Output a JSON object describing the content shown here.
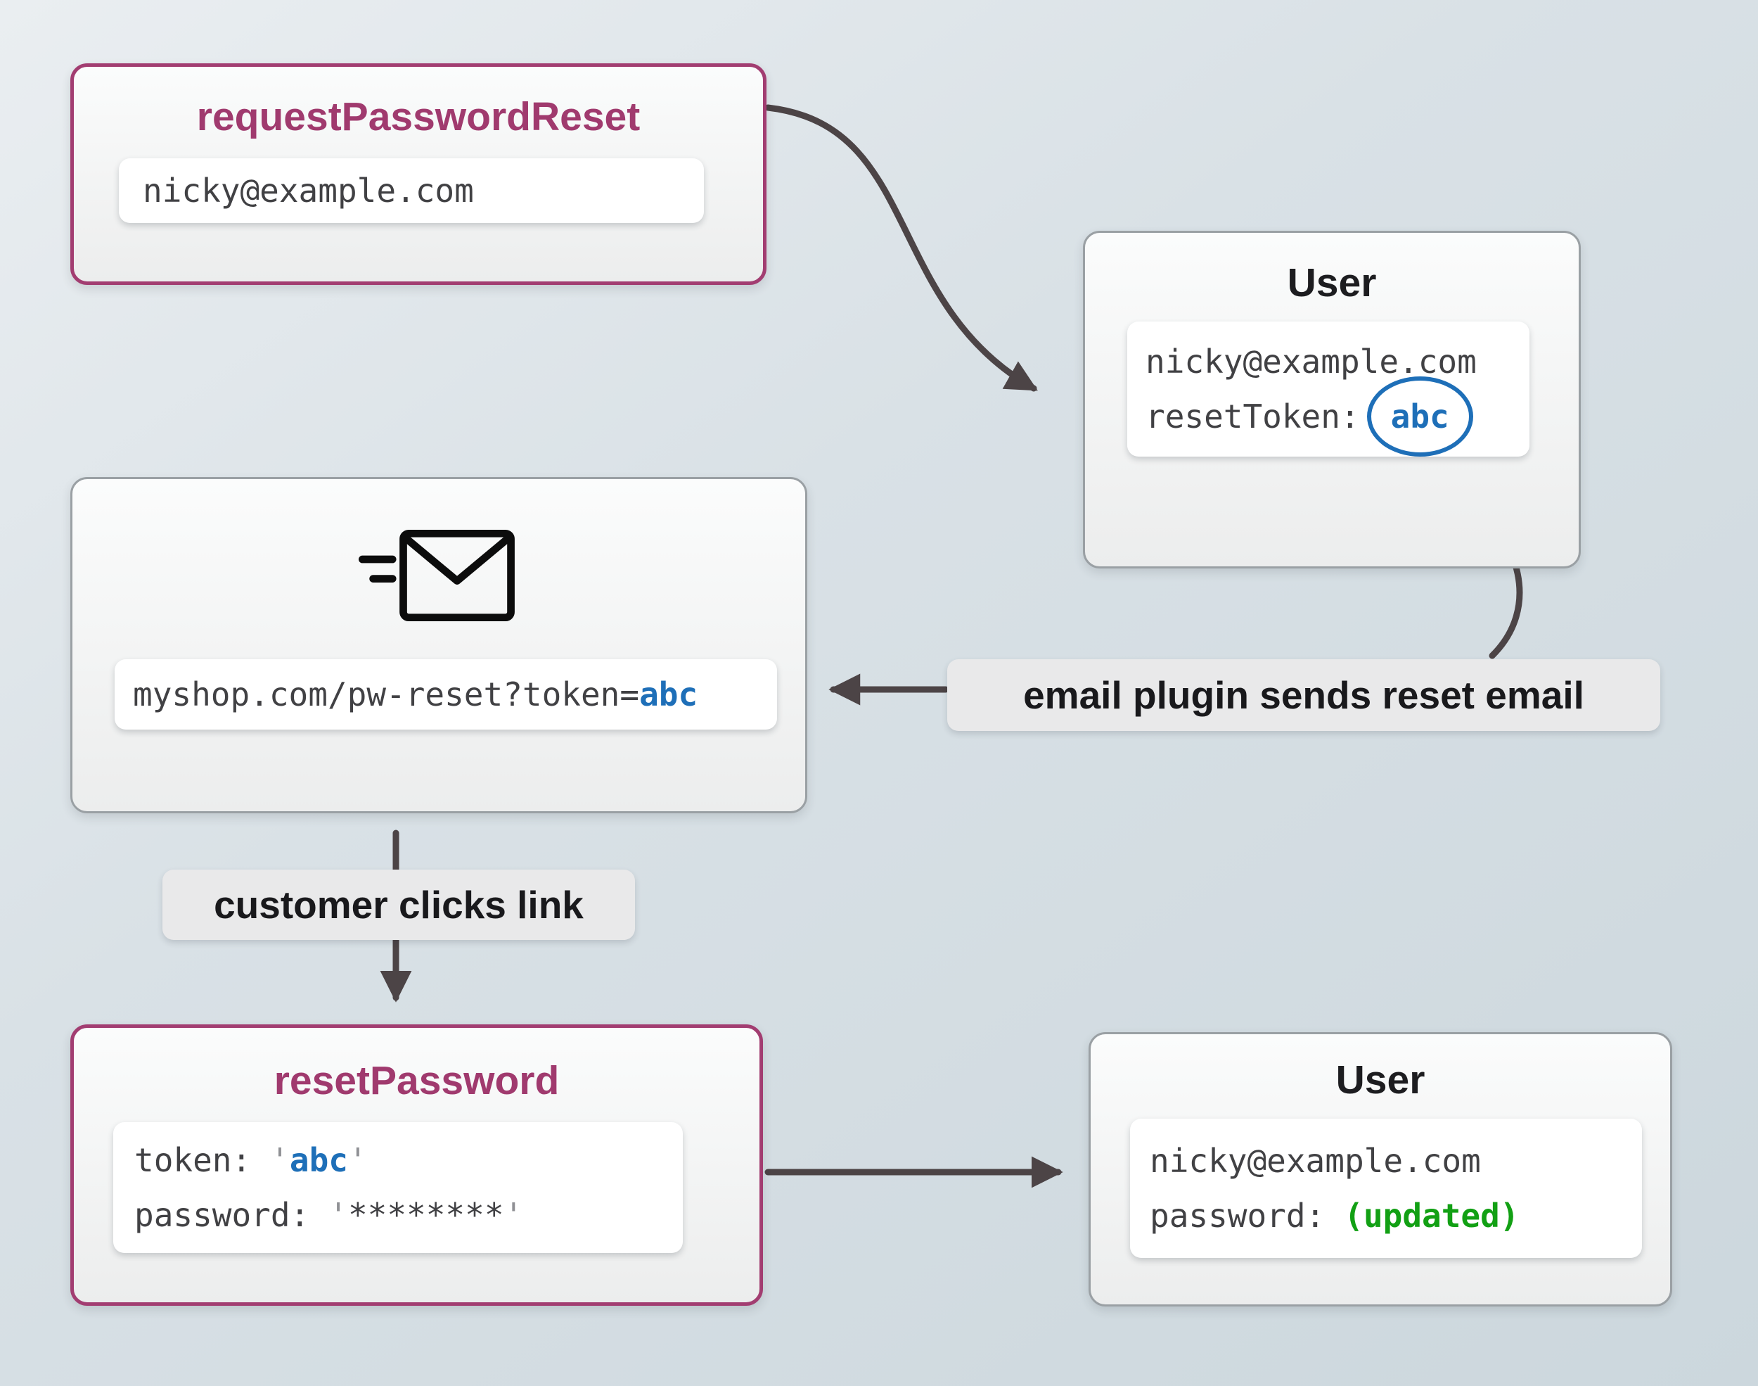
{
  "request_card": {
    "title": "requestPasswordReset",
    "email": "nicky@example.com"
  },
  "user_card_top": {
    "title": "User",
    "email": "nicky@example.com",
    "reset_token_label": "resetToken:",
    "reset_token_value": "abc"
  },
  "email_card": {
    "url_prefix": "myshop.com/pw-reset?token=",
    "token": "abc"
  },
  "annotations": {
    "email_plugin": "email plugin sends reset email",
    "customer_clicks": "customer clicks link"
  },
  "reset_card": {
    "title": "resetPassword",
    "token_label": "token:",
    "quote": "'",
    "token_value": "abc",
    "password_label": "password:",
    "password_value": "********"
  },
  "user_card_bottom": {
    "title": "User",
    "email": "nicky@example.com",
    "password_label": "password:",
    "password_value": "(updated)"
  },
  "icons": {
    "send_email": "send-email-icon"
  },
  "colors": {
    "accent_purple": "#a03a6e",
    "token_blue": "#1e6fb8",
    "updated_green": "#12a014",
    "arrow_gray": "#4c4446"
  }
}
